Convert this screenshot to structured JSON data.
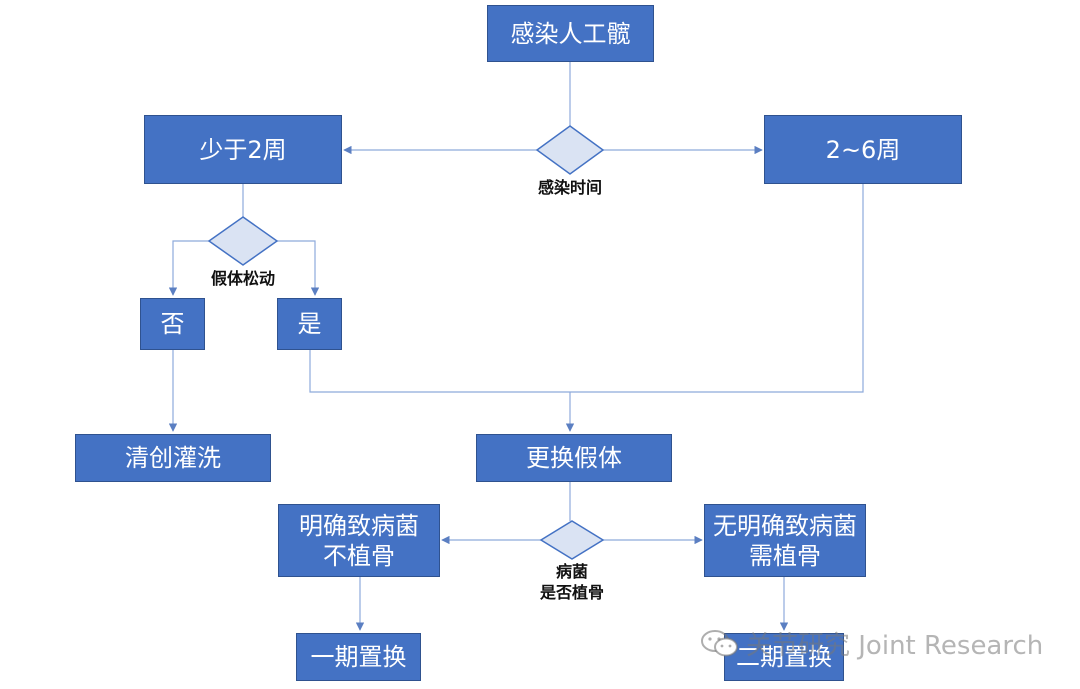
{
  "nodes": {
    "infection": "感染人工髋",
    "lt2w": "少于2周",
    "w2_6": "2~6周",
    "no": "否",
    "yes": "是",
    "debride": "清创灌洗",
    "replace": "更换假体",
    "known_line1": "明确致病菌",
    "known_line2": "不植骨",
    "unknown_line1": "无明确致病菌",
    "unknown_line2": "需植骨",
    "stage1": "一期置换",
    "stage2": "二期置换"
  },
  "decisions": {
    "time": "感染时间",
    "loosening": "假体松动",
    "germ_line1": "病菌",
    "germ_line2": "是否植骨"
  },
  "colors": {
    "box_fill": "#4472c4",
    "box_border": "#2f528f",
    "connector": "#8eaadb"
  },
  "watermark": {
    "text": "关节研究 Joint Research",
    "icon": "wechat-icon"
  }
}
